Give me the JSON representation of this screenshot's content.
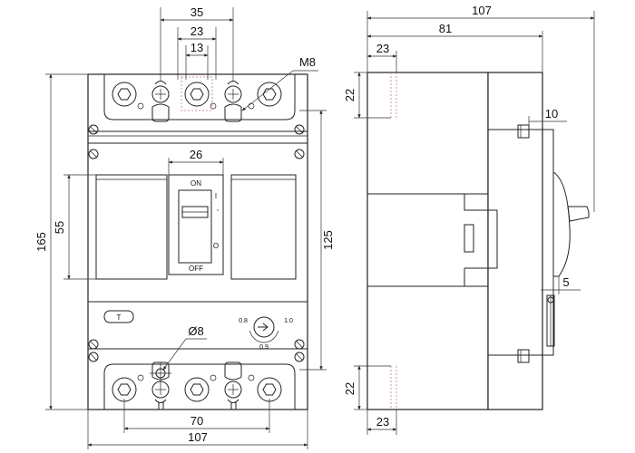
{
  "front_view": {
    "dims": {
      "top_35": "35",
      "top_23": "23",
      "top_13": "13",
      "thread": "M8",
      "left_165": "165",
      "left_55": "55",
      "handle_26": "26",
      "right_125": "125",
      "hole": "Ø8",
      "bottom_70": "70",
      "bottom_107": "107"
    },
    "labels": {
      "on": "ON",
      "off": "OFF",
      "on_mark": "I",
      "off_mark": "O",
      "test_button": "T",
      "dial_min": "0.8",
      "dial_max": "1.0",
      "dial_bottom": "0.9"
    }
  },
  "side_view": {
    "dims": {
      "total_107": "107",
      "depth_81": "81",
      "top_23": "23",
      "top_22": "22",
      "offset_10": "10",
      "offset_5": "5",
      "bottom_22": "22",
      "bottom_23": "23"
    }
  }
}
